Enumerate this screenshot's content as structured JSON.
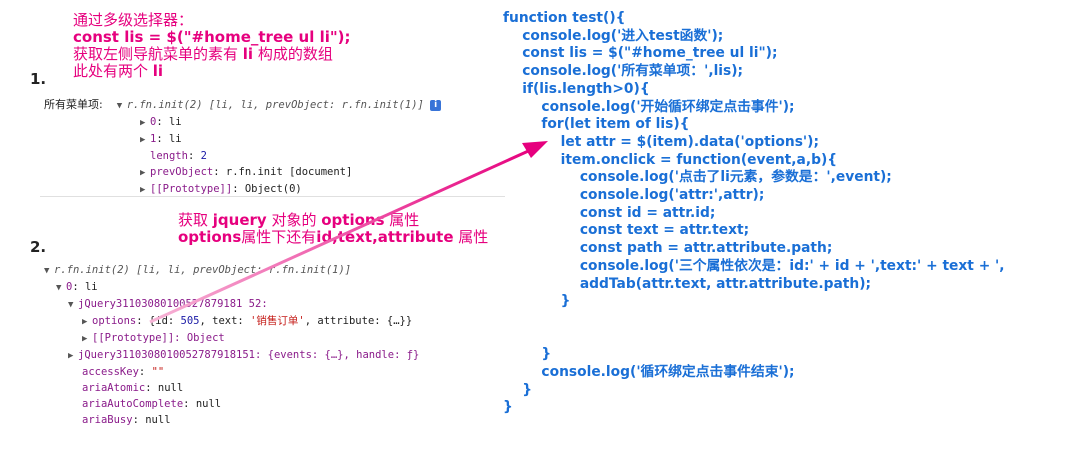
{
  "annotation_top": {
    "line1": "通过多级选择器：",
    "line2": "const lis = $(\"#home_tree ul li\");",
    "line3_pre": "获取左侧导航菜单的素有 ",
    "line3_bold": "li",
    "line3_post": " 构成的数组",
    "line4_pre": "此处有两个 ",
    "line4_bold": "li"
  },
  "marker1": "1.",
  "marker2": "2.",
  "console1": {
    "label": "所有菜单项:",
    "head": "r.fn.init(2) [li, li, prevObject: r.fn.init(1)]",
    "info_badge": "i",
    "rows": [
      {
        "key": "0",
        "val": "li"
      },
      {
        "key": "1",
        "val": "li"
      },
      {
        "key": "length",
        "val": "2"
      },
      {
        "key": "prevObject",
        "val": "r.fn.init [document]"
      },
      {
        "key": "[[Prototype]]",
        "val": "Object(0)"
      }
    ]
  },
  "annotation_mid": {
    "line1_pre": "获取 ",
    "line1_bold1": "jquery",
    "line1_mid": " 对象的 ",
    "line1_bold2": "options",
    "line1_post": " 属性",
    "line2_bold1": "options",
    "line2_mid": "属性下还有",
    "line2_bold2": "id,text,attribute",
    "line2_post": " 属性"
  },
  "console2": {
    "head": "r.fn.init(2) [li, li, prevObject: r.fn.init(1)]",
    "row0": {
      "key": "0",
      "val": "li"
    },
    "jq1": "jQuery31103080100527879181 52:",
    "options_key": "options",
    "options_val_pre": "{id: ",
    "options_id": "505",
    "options_mid": ", text: ",
    "options_text": "'销售订单'",
    "options_post": ", attribute: {…}}",
    "proto": "[[Prototype]]: Object",
    "jq2": "jQuery3110308010052787918151: {events: {…}, handle: ƒ}",
    "rows": [
      {
        "key": "accessKey",
        "val": "\"\""
      },
      {
        "key": "ariaAtomic",
        "val": "null"
      },
      {
        "key": "ariaAutoComplete",
        "val": "null"
      },
      {
        "key": "ariaBusy",
        "val": "null"
      }
    ]
  },
  "code": [
    "function test(){",
    "    console.log('进入test函数');",
    "    const lis = $(\"#home_tree ul li\");",
    "    console.log('所有菜单项：',lis);",
    "    if(lis.length>0){",
    "        console.log('开始循环绑定点击事件');",
    "        for(let item of lis){",
    "            let attr = $(item).data('options');",
    "            item.onclick = function(event,a,b){",
    "                console.log('点击了li元素，参数是：',event);",
    "                console.log('attr:',attr);",
    "                const id = attr.id;",
    "                const text = attr.text;",
    "                const path = attr.attribute.path;",
    "                console.log('三个属性依次是：id:' + id + ',text:' + text + ',",
    "                addTab(attr.text, attr.attribute.path);",
    "            }",
    "",
    "",
    "        }",
    "        console.log('循环绑定点击事件结束');",
    "    }",
    "}"
  ],
  "colors": {
    "annotation": "#e6007e",
    "code": "#1a6fd6",
    "arrow": "#e6007e"
  }
}
